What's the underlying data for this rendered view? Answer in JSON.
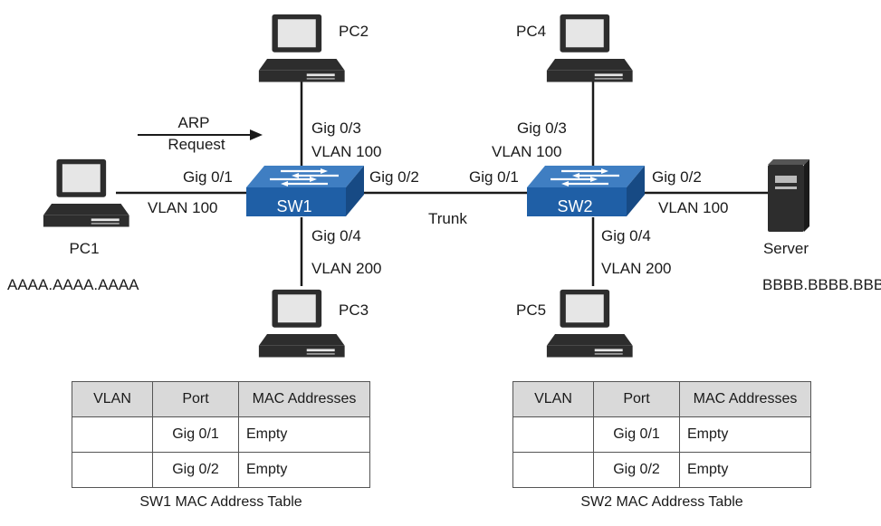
{
  "nodes": {
    "pc1": {
      "name": "PC1",
      "mac": "AAAA.AAAA.AAAA"
    },
    "pc2": {
      "name": "PC2"
    },
    "pc3": {
      "name": "PC3"
    },
    "pc4": {
      "name": "PC4"
    },
    "pc5": {
      "name": "PC5"
    },
    "server": {
      "name": "Server",
      "mac": "BBBB.BBBB.BBBB"
    },
    "sw1": {
      "name": "SW1"
    },
    "sw2": {
      "name": "SW2"
    }
  },
  "arp": {
    "line1": "ARP",
    "line2": "Request"
  },
  "links": {
    "sw1_pc1": {
      "port": "Gig 0/1",
      "vlan": "VLAN 100"
    },
    "sw1_pc2": {
      "port": "Gig 0/3",
      "vlan": "VLAN 100"
    },
    "sw1_pc3": {
      "port": "Gig 0/4",
      "vlan": "VLAN 200"
    },
    "sw1_trunk_port": "Gig 0/2",
    "sw2_trunk_port": "Gig 0/1",
    "trunk": "Trunk",
    "sw2_pc4": {
      "port": "Gig 0/3",
      "vlan": "VLAN 100"
    },
    "sw2_pc5": {
      "port": "Gig 0/4",
      "vlan": "VLAN 200"
    },
    "sw2_server": {
      "port": "Gig 0/2",
      "vlan": "VLAN 100"
    }
  },
  "tables": {
    "headers": [
      "VLAN",
      "Port",
      "MAC Addresses"
    ],
    "sw1": {
      "caption": "SW1 MAC Address Table",
      "rows": [
        {
          "vlan": "",
          "port": "Gig 0/1",
          "mac": "Empty"
        },
        {
          "vlan": "",
          "port": "Gig 0/2",
          "mac": "Empty"
        }
      ]
    },
    "sw2": {
      "caption": "SW2 MAC Address Table",
      "rows": [
        {
          "vlan": "",
          "port": "Gig 0/1",
          "mac": "Empty"
        },
        {
          "vlan": "",
          "port": "Gig 0/2",
          "mac": "Empty"
        }
      ]
    }
  },
  "colors": {
    "switch": "#1f5fa6",
    "device_dark": "#2d2d2d",
    "device_screen": "#e6e6e6",
    "header_fill": "#d9d9d9"
  }
}
